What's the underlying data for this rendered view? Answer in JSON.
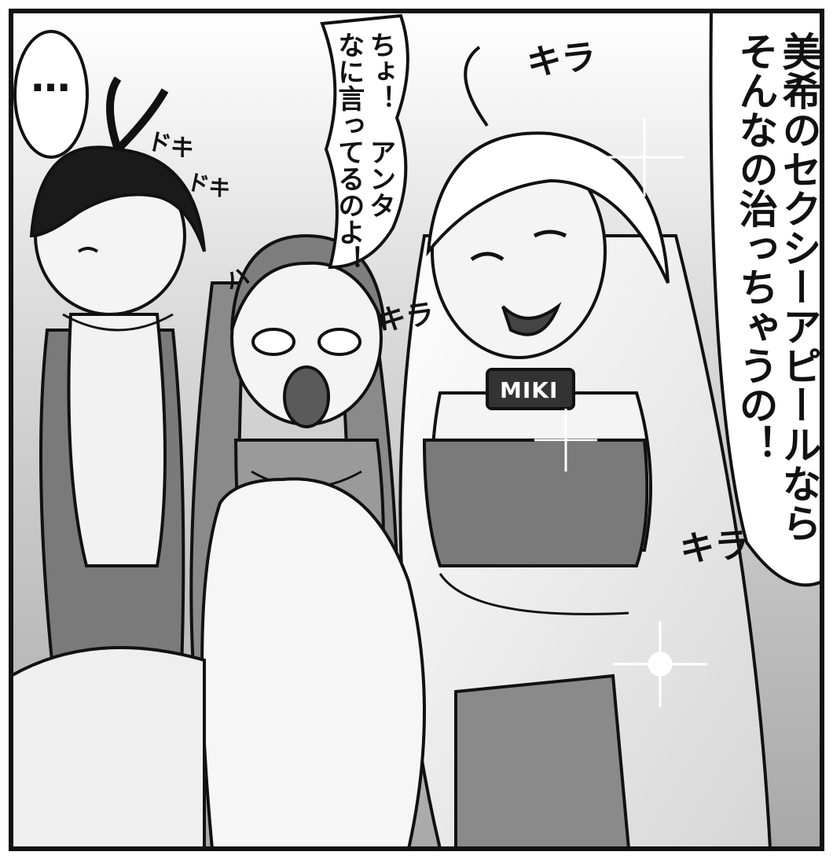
{
  "panel": {
    "colors": {
      "background": "#ffffff",
      "ink": "#111111",
      "screentone_light": "#c8c8c8",
      "screentone_mid": "#9a9a9a",
      "screentone_dark": "#6e6e6e",
      "skin": "#f4f4f4"
    },
    "bubbles": {
      "ellipsis": "…",
      "chiyo_line1": "ちょ！　アンタ",
      "chiyo_line2": "なに言ってるのよ！",
      "miki_line1": "美希のセクシーアピールなら",
      "miki_line2": "そんなの治っちゃうの！"
    },
    "sfx": {
      "doki_1": "ドキ",
      "doki_2": "ドキ",
      "kira_top": "キラ",
      "kira_mid": "キラ",
      "kira_right": "キラ",
      "shock_mark": "ハ"
    },
    "shirt_logo": "MIKI"
  }
}
